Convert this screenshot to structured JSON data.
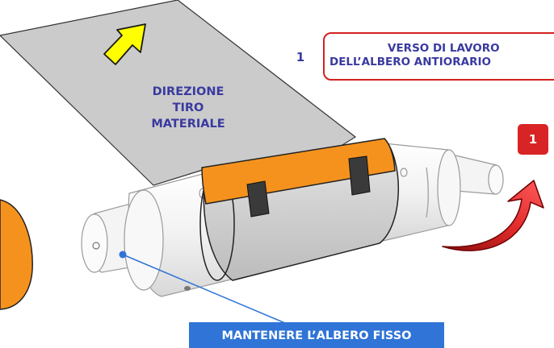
{
  "pull_label": [
    "DIREZIONE",
    "TIRO",
    "MATERIALE"
  ],
  "step_number": "1",
  "direction_label": [
    "VERSO DI LAVORO",
    "DELL’ALBERO ANTIORARIO"
  ],
  "step_badge": "1",
  "hold_label": "MANTENERE L’ALBERO FISSO",
  "colors": {
    "text_blue": "#3a3aa0",
    "alert_red": "#d32020",
    "callout_blue": "#2f74d6",
    "tape_orange": "#f5921e",
    "arrow_yellow": "#ffff00",
    "sheet_gray": "#cbcbcb"
  }
}
